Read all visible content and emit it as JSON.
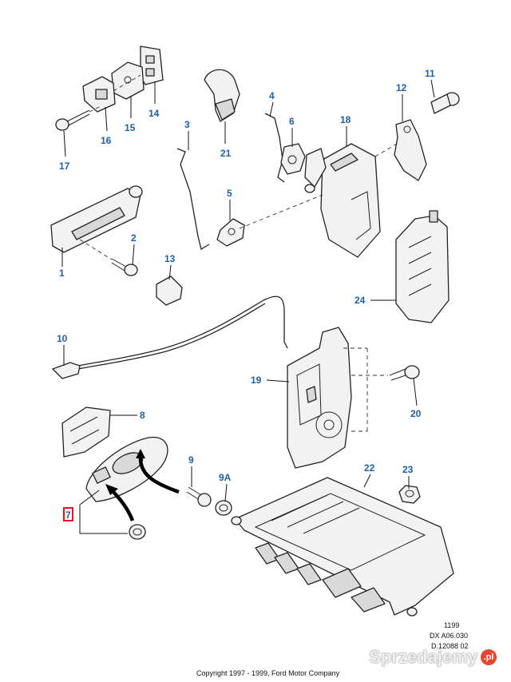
{
  "callouts": {
    "c1": "1",
    "c2": "2",
    "c3": "3",
    "c4": "4",
    "c5": "5",
    "c6": "6",
    "c7": "7",
    "c8": "8",
    "c9": "9",
    "c9a": "9A",
    "c10": "10",
    "c11": "11",
    "c12": "12",
    "c13": "13",
    "c14": "14",
    "c15": "15",
    "c16": "16",
    "c17": "17",
    "c18": "18",
    "c19": "19",
    "c20": "20",
    "c21": "21",
    "c22": "22",
    "c23": "23",
    "c24": "24"
  },
  "reference": {
    "line1": "1199",
    "line2": "DX A06.030",
    "line3": "D.12088 02"
  },
  "copyright": "Copyright 1997 - 1999, Ford Motor Company",
  "watermark": {
    "text": "Sprzedajemy",
    "badge": ".pl"
  },
  "colors": {
    "callout": "#1f5fa8",
    "highlight": "#e0141e"
  }
}
